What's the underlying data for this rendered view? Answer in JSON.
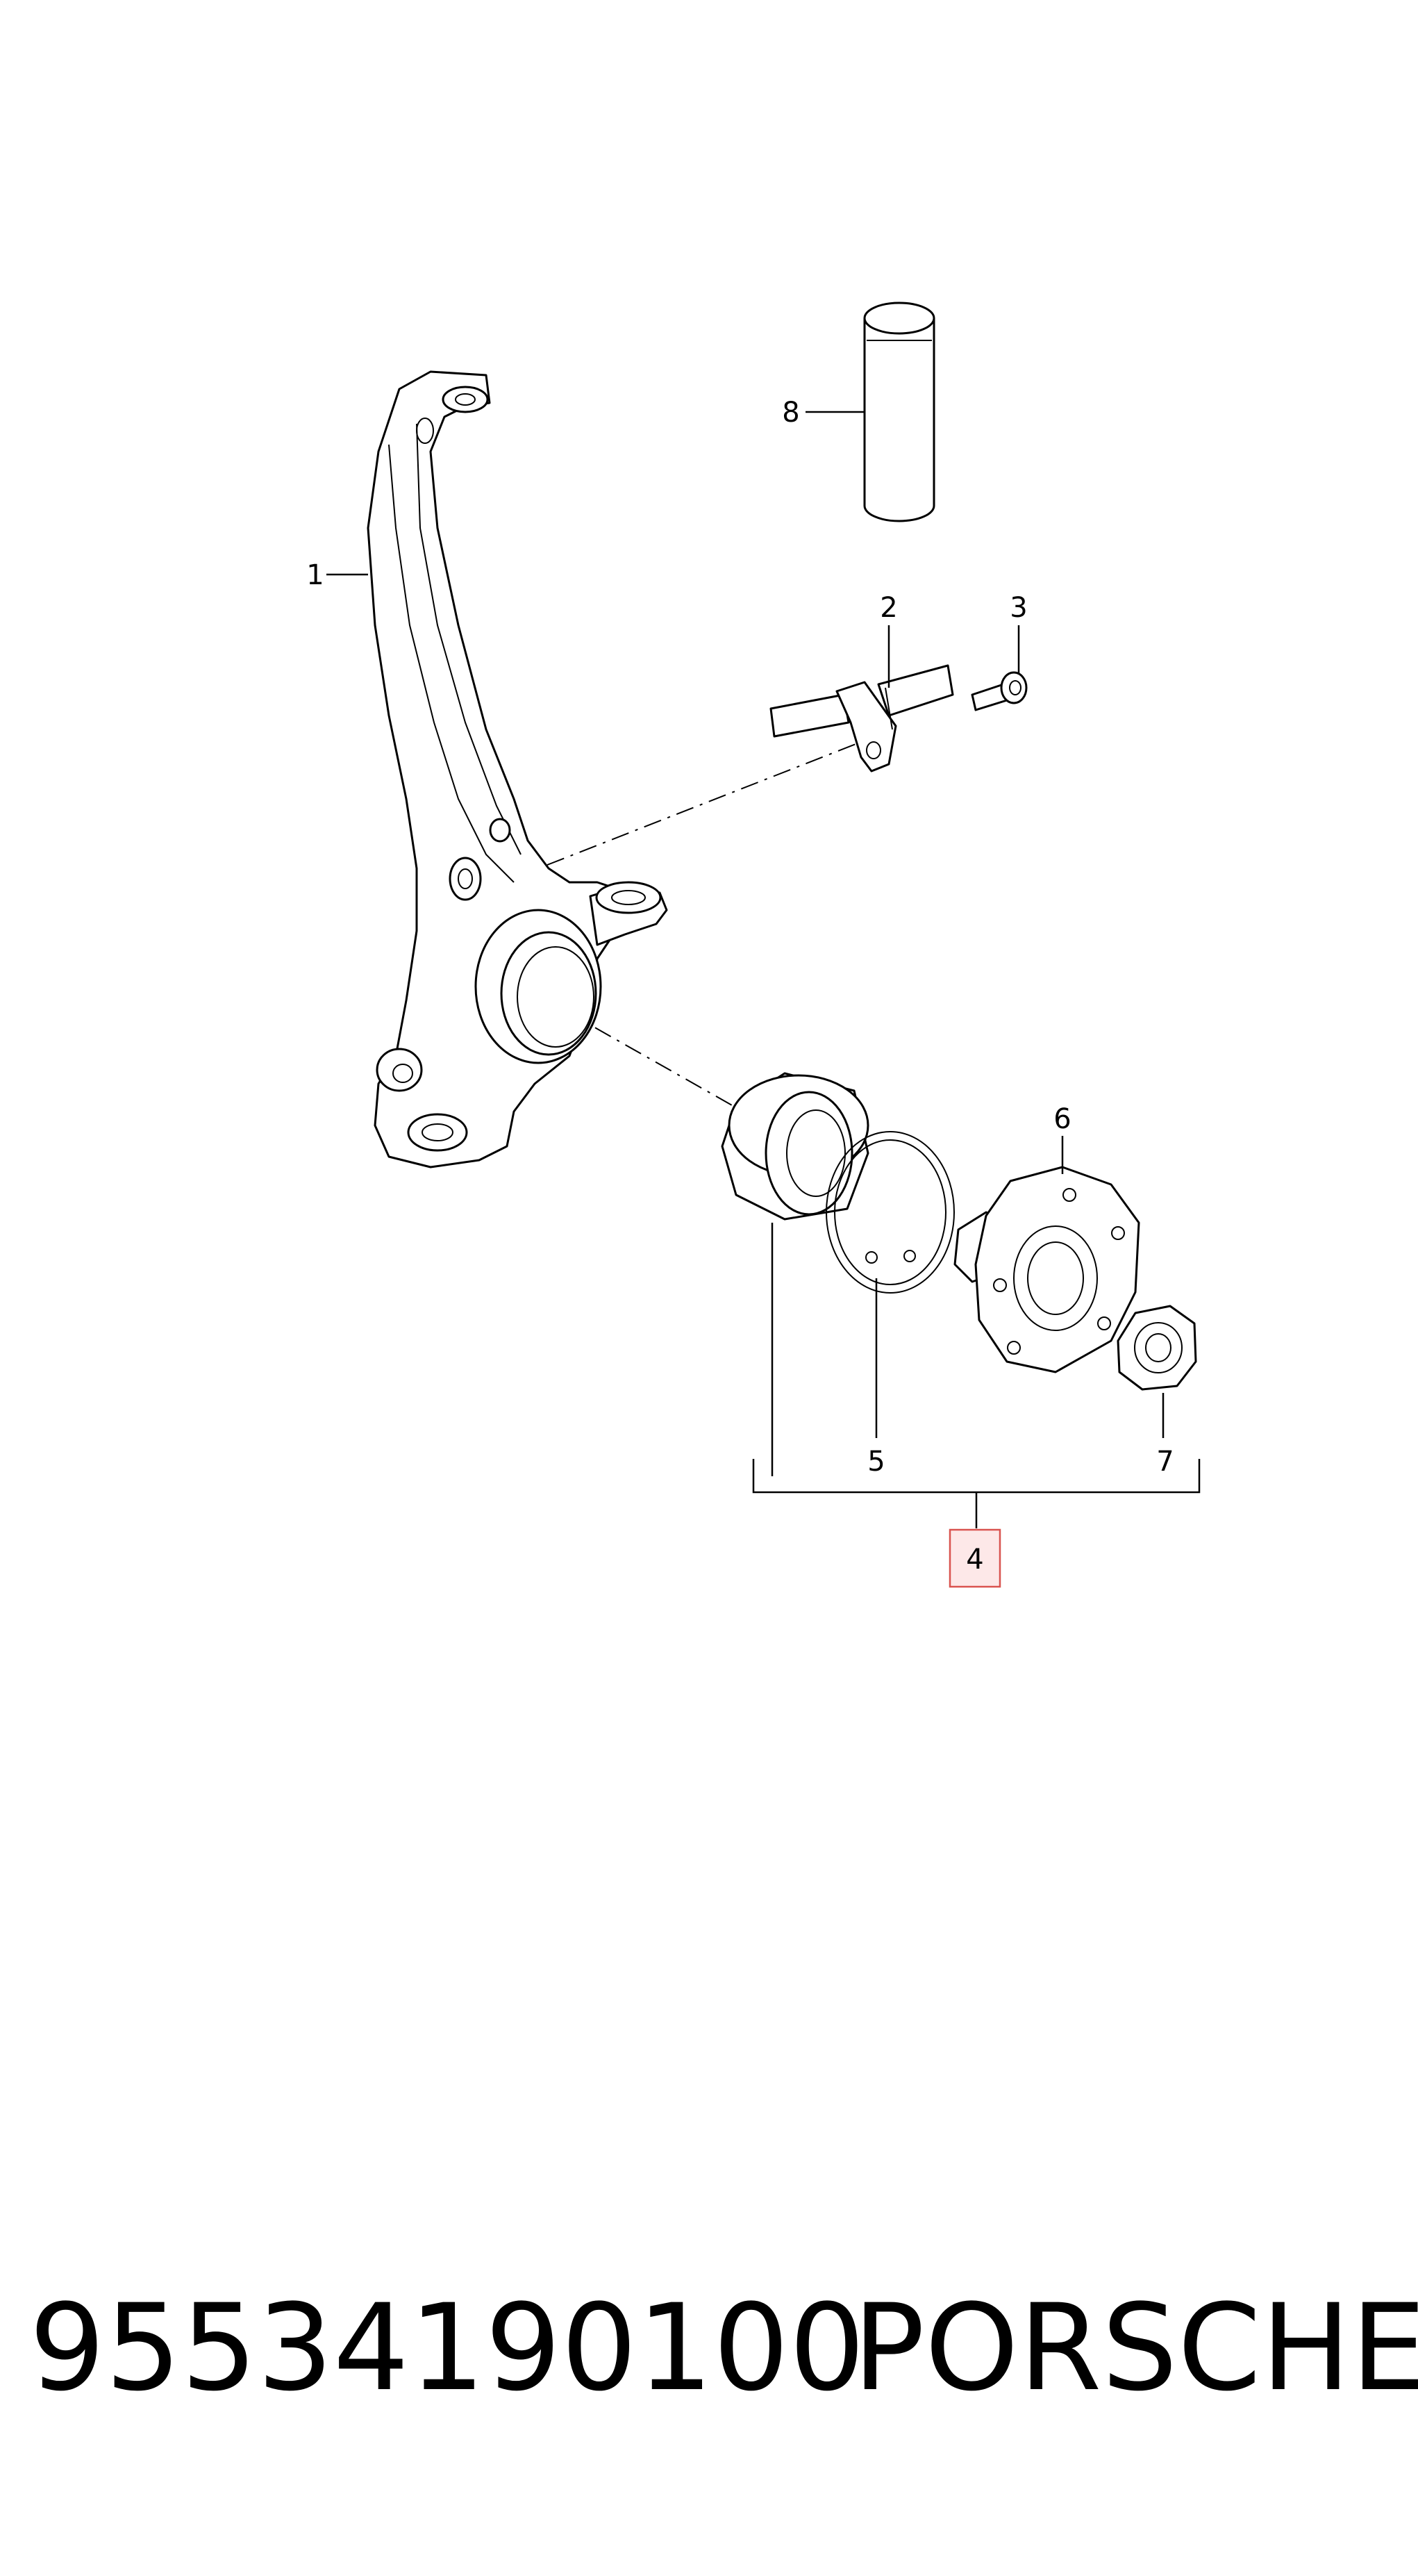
{
  "callouts": [
    {
      "id": "1",
      "label": "1"
    },
    {
      "id": "2",
      "label": "2"
    },
    {
      "id": "3",
      "label": "3"
    },
    {
      "id": "4",
      "label": "4",
      "highlight_color": "#d9534f"
    },
    {
      "id": "5",
      "label": "5"
    },
    {
      "id": "6",
      "label": "6"
    },
    {
      "id": "7",
      "label": "7"
    },
    {
      "id": "8",
      "label": "8"
    }
  ],
  "footer": {
    "part_number": "95534190100",
    "brand": "PORSCHE"
  }
}
